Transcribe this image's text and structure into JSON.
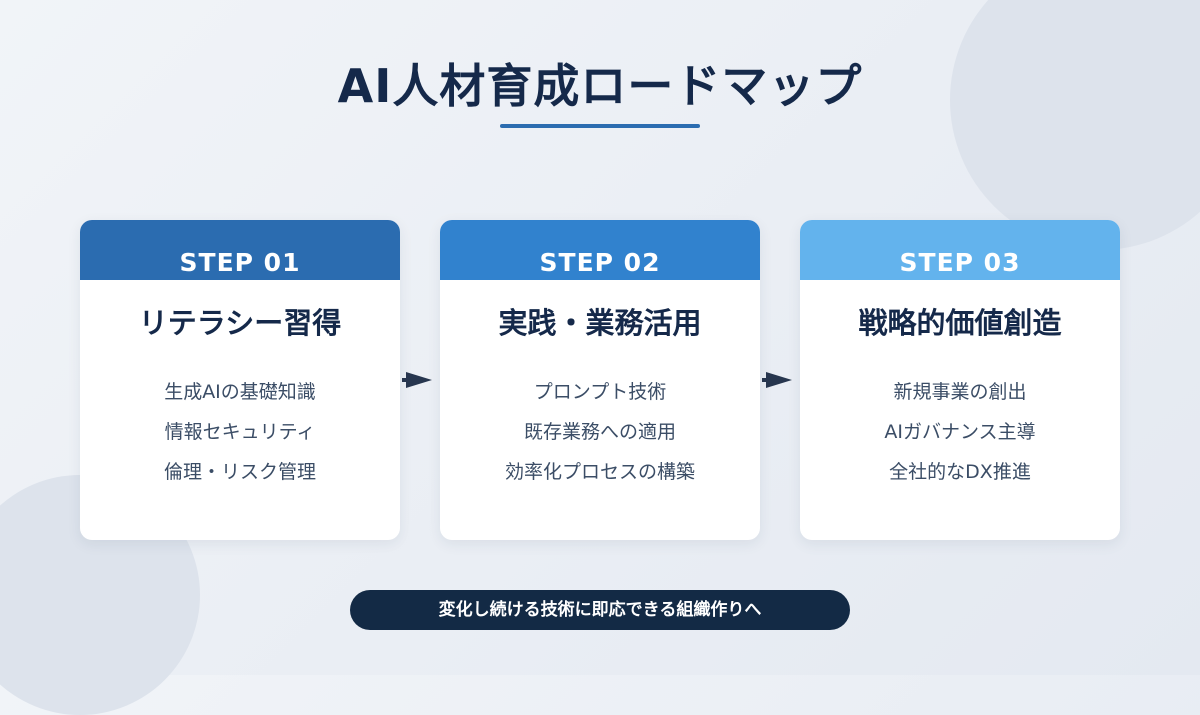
{
  "title": "AI人材育成ロードマップ",
  "colors": {
    "step1": "#2b6cb0",
    "step2": "#3182ce",
    "step3": "#63b3ed",
    "navy": "#132a45"
  },
  "steps": [
    {
      "label": "STEP 01",
      "name": "リテラシー習得",
      "items": [
        "生成AIの基礎知識",
        "情報セキュリティ",
        "倫理・リスク管理"
      ]
    },
    {
      "label": "STEP 02",
      "name": "実践・業務活用",
      "items": [
        "プロンプト技術",
        "既存業務への適用",
        "効率化プロセスの構築"
      ]
    },
    {
      "label": "STEP 03",
      "name": "戦略的価値創造",
      "items": [
        "新規事業の創出",
        "AIガバナンス主導",
        "全社的なDX推進"
      ]
    }
  ],
  "footer": "変化し続ける技術に即応できる組織作りへ"
}
